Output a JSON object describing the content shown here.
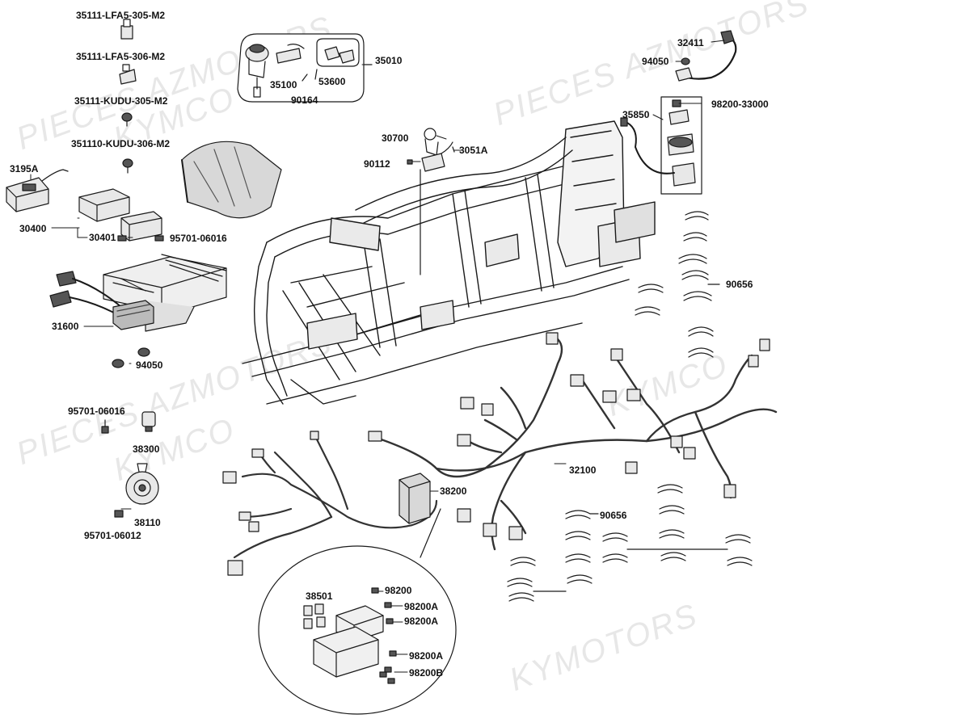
{
  "watermarks": [
    "PIECES AZMOTORS",
    "KYMCO",
    "PIECES AZMOTORS",
    "KYMCO",
    "PIECES AZMOTORS",
    "KYMCO",
    "KYMOTORS"
  ],
  "labels": {
    "p35111_lfa5_305": "35111-LFA5-305-M2",
    "p35111_lfa5_306": "35111-LFA5-306-M2",
    "p35111_kudu_305": "35111-KUDU-305-M2",
    "p351110_kudu_306": "351110-KUDU-306-M2",
    "p3195a": "3195A",
    "p30400": "30400",
    "p30401": "30401",
    "p95701_06016_a": "95701-06016",
    "p31600": "31600",
    "p94050_a": "94050",
    "p95701_06016_b": "95701-06016",
    "p38300": "38300",
    "p38110": "38110",
    "p95701_06012": "95701-06012",
    "p35010": "35010",
    "p35100": "35100",
    "p53600": "53600",
    "p90164": "90164",
    "p30700": "30700",
    "p3051a": "3051A",
    "p90112": "90112",
    "p32411": "32411",
    "p94050_b": "94050",
    "p98200_33000": "98200-33000",
    "p35850": "35850",
    "p90656_a": "90656",
    "p32100": "32100",
    "p38200": "38200",
    "p90656_b": "90656",
    "p38501": "38501",
    "p98200": "98200",
    "p98200a_1": "98200A",
    "p98200a_2": "98200A",
    "p98200a_3": "98200A",
    "p98200b": "98200B"
  },
  "colors": {
    "line": "#1a1a1a",
    "part_fill": "#e8e8e8",
    "part_dark": "#555555",
    "wire": "#333333"
  }
}
